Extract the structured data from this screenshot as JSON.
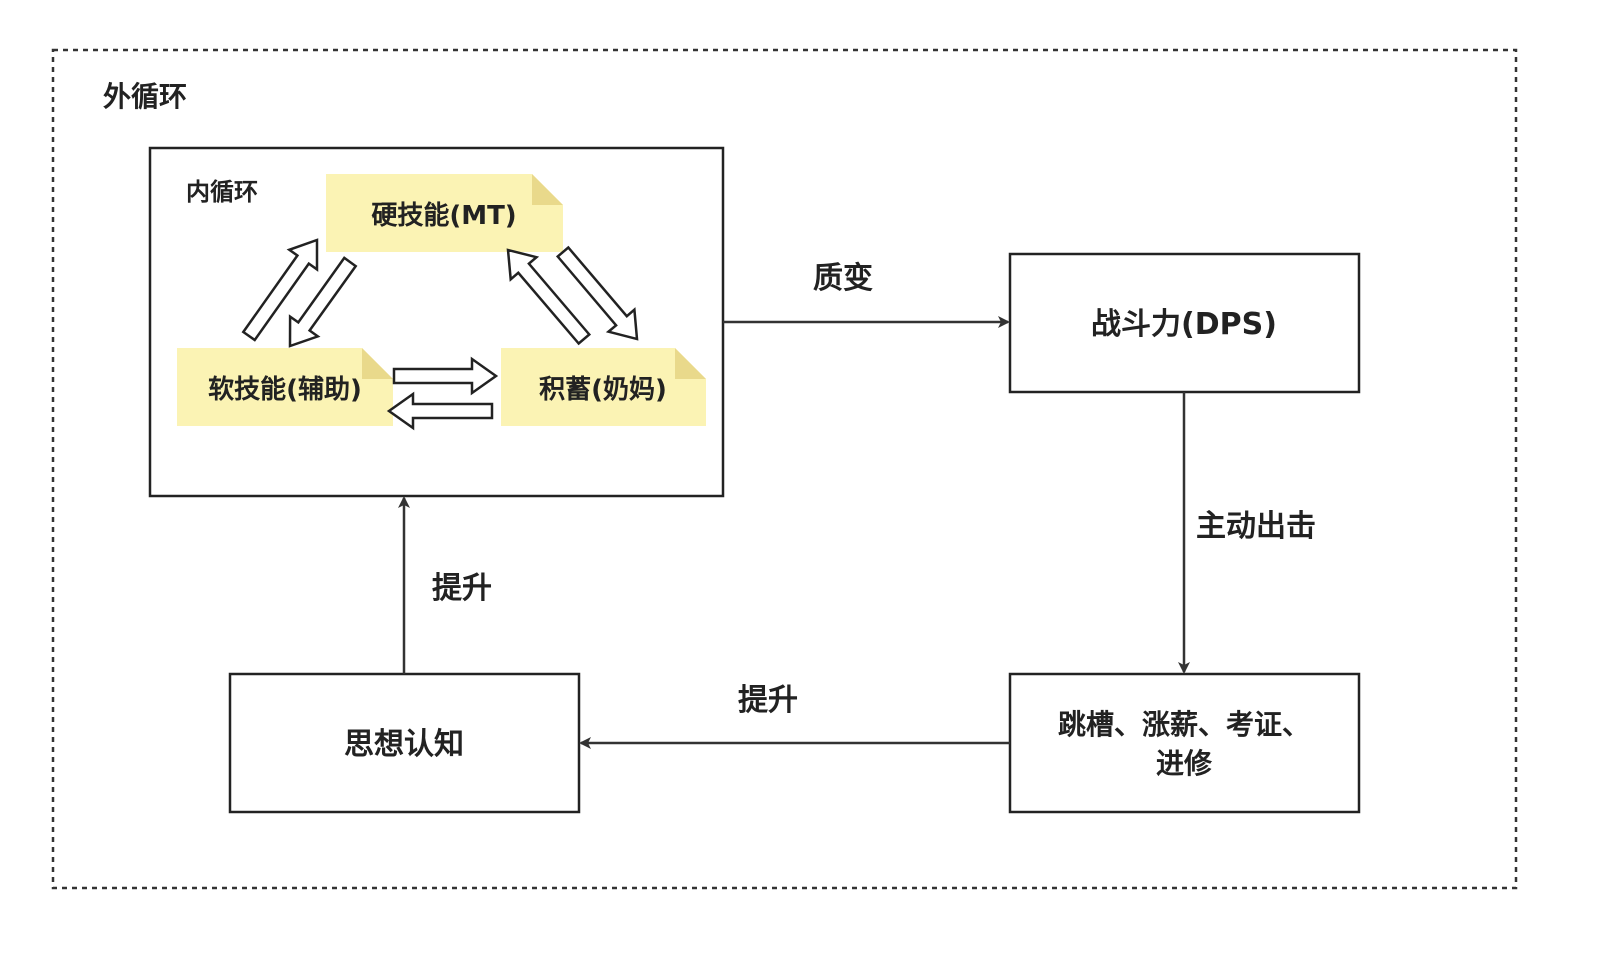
{
  "outer_loop": {
    "label": "外循环"
  },
  "inner_loop": {
    "label": "内循环"
  },
  "notes": {
    "hard_skill": "硬技能(MT)",
    "soft_skill": "软技能(辅助)",
    "accumulation": "积蓄(奶妈)"
  },
  "boxes": {
    "combat_power": "战斗力(DPS)",
    "career_move_line1": "跳槽、涨薪、考证、",
    "career_move_line2": "进修",
    "mindset": "思想认知"
  },
  "edges": {
    "qualitative_change": "质变",
    "take_initiative": "主动出击",
    "improve_bottom": "提升",
    "improve_left": "提升"
  },
  "colors": {
    "note_fill": "#fbf3b4",
    "note_fold": "#e9d98b",
    "stroke": "#222222",
    "arrow": "#333333"
  }
}
